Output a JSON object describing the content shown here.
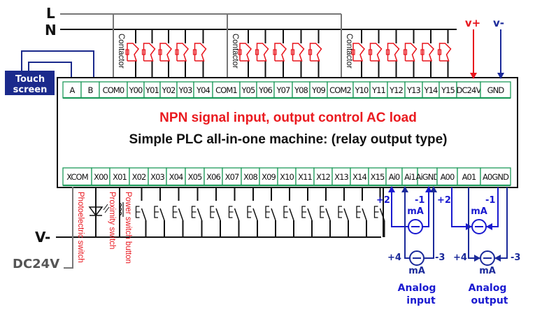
{
  "power_lines": {
    "L": "L",
    "N": "N"
  },
  "touch_screen": {
    "line1": "Touch",
    "line2": "screen"
  },
  "top_terminals": [
    "A",
    "B",
    "COM0",
    "Y00",
    "Y01",
    "Y02",
    "Y03",
    "Y04",
    "COM1",
    "Y05",
    "Y06",
    "Y07",
    "Y08",
    "Y09",
    "COM2",
    "Y10",
    "Y11",
    "Y12",
    "Y13",
    "Y14",
    "Y15",
    "DC24V",
    "GND"
  ],
  "bottom_terminals": [
    "XCOM",
    "X00",
    "X01",
    "X02",
    "X03",
    "X04",
    "X05",
    "X06",
    "X07",
    "X08",
    "X09",
    "X10",
    "X11",
    "X12",
    "X13",
    "X14",
    "X15",
    "Ai0",
    "Ai1",
    "AiGND",
    "A00",
    "A01",
    "A0GND"
  ],
  "contactor_label": "Contactor",
  "supply": {
    "v_plus": "v+",
    "v_minus": "v-"
  },
  "titles": {
    "line1": "NPN signal input, output control AC load",
    "line2": "Simple PLC all-in-one machine: (relay output type)"
  },
  "input_side": {
    "v_minus": "V-",
    "dc24v": "DC24V",
    "sensors": [
      "Photoelectric switch",
      "Proximity switch",
      "Power switch button"
    ]
  },
  "analog_input": {
    "label_line1": "Analog",
    "label_line2": "input",
    "upper_meter": {
      "unit": "mA",
      "plus": "+2",
      "minus": "-1"
    },
    "lower_meter": {
      "unit": "mA",
      "plus": "+4",
      "minus": "-3"
    }
  },
  "analog_output": {
    "label_line1": "Analog",
    "label_line2": "output",
    "upper_meter": {
      "unit": "mA",
      "plus": "+2",
      "minus": "-1"
    },
    "lower_meter": {
      "unit": "mA",
      "plus": "+4",
      "minus": "-3"
    }
  },
  "colors": {
    "terminal_border": "#1e9a5a",
    "relay": "#e8141c",
    "touch_screen_bg": "#1b2a8c",
    "analog_wire": "#1a1ad0",
    "supply_plus": "#e8141c",
    "supply_minus": "#1b2a9a"
  }
}
